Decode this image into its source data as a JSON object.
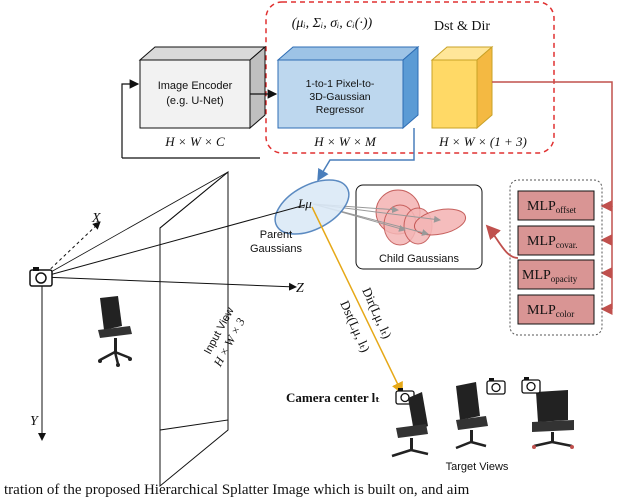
{
  "encoder": {
    "line1": "Image Encoder",
    "line2": "(e.g. U-Net)",
    "dim": "H × W × C"
  },
  "regressor": {
    "params": "(μᵢ, Σᵢ, σᵢ, cᵢ(·))",
    "line1": "1-to-1 Pixel-to-",
    "line2": "3D-Gaussian",
    "line3": "Regressor",
    "dim": "H × W × M"
  },
  "dst_dir": {
    "label": "Dst & Dir",
    "dim": "H × W × (1 + 3)"
  },
  "mlps": [
    {
      "base": "MLP",
      "sub": "offset"
    },
    {
      "base": "MLP",
      "sub": "covar."
    },
    {
      "base": "MLP",
      "sub": "opacity"
    },
    {
      "base": "MLP",
      "sub": "color"
    }
  ],
  "parent": {
    "mu_label": "Lμ",
    "caption_line1": "Parent",
    "caption_line2": "Gaussians"
  },
  "child_caption": "Child Gaussians",
  "axes": {
    "x": "X",
    "y": "Y",
    "z": "Z"
  },
  "input_view": {
    "line1": "Input View",
    "line2": "H × W × 3"
  },
  "dir_label": "Dir(Lμ, lₜ)",
  "dst_label": "Dst(Lμ, lₜ)",
  "camera_center": "Camera center lₜ",
  "target_views": "Target Views",
  "caption_fragment": "tration of the proposed Hierarchical Splatter Image which is built on, and aim",
  "colors": {
    "encoder_face": "#f2f2f2",
    "regressor_face": "#bdd7ee",
    "dst_face": "#ffd966",
    "mlp_fill": "#d99594",
    "dashed_red": "#e03030",
    "arrow_red": "#c0504d",
    "blue_outline": "#4a7ebb",
    "orange_arrow": "#e6a817",
    "child_fill": "#f4b6b6"
  }
}
